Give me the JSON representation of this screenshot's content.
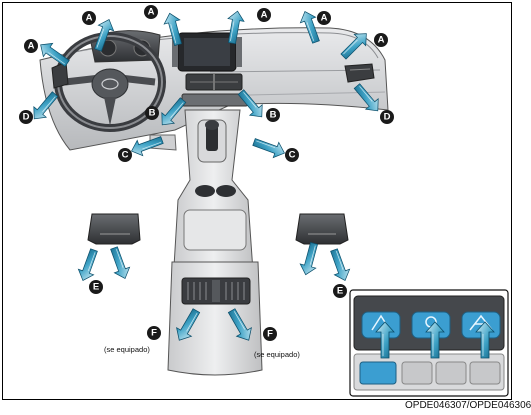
{
  "labels": {
    "A": "A",
    "B": "B",
    "C": "C",
    "D": "D",
    "E": "E",
    "F": "F"
  },
  "notes": {
    "optional_left": "(se equipado)",
    "optional_right": "(se equipado)"
  },
  "image_code": "OPDE046307/OPDE046306",
  "colors": {
    "arrow_light": "#bfe6f3",
    "arrow_mid": "#3fa3c6",
    "arrow_dark": "#0f5f80",
    "badge": "#1a1a1a",
    "panel_bg": "#4a4d52",
    "panel_blue": "#3b9ed1"
  },
  "icons": {
    "airflow": "airflow-arrow-icon",
    "vent_mode": "vent-mode-icon"
  }
}
